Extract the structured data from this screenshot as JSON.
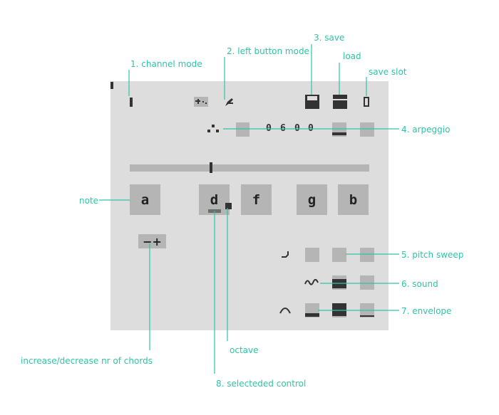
{
  "colors": {
    "accent": "#2ec4a5",
    "panel": "#dddddd",
    "cell": "#b5b5b5",
    "dark": "#333333"
  },
  "labels": {
    "channel_mode": "1. channel mode",
    "left_button_mode": "2. left button mode",
    "save": "3. save",
    "load": "load",
    "save_slot": "save slot",
    "arpeggio": "4. arpeggio",
    "note": "note",
    "pitch_sweep": "5. pitch sweep",
    "sound": "6. sound",
    "envelope": "7. envelope",
    "chords": "increase/decrease nr of chords",
    "octave": "octave",
    "selected_control": "8. selecteded control"
  },
  "ui": {
    "arp_digits": [
      "0",
      "6",
      "0",
      "0"
    ],
    "save_slot_value": "0",
    "notes": [
      "a",
      "d",
      "f",
      "g",
      "b"
    ],
    "chords_control": "−+"
  },
  "icons": {
    "channel_mode": "bar-icon",
    "left_button_mode": "pencil-icon",
    "save": "floppy-icon",
    "load": "folder-icon",
    "arpeggio": "arpeggio-icon",
    "pitch_sweep": "sweep-icon",
    "sound": "wave-icon",
    "envelope": "envelope-icon"
  }
}
